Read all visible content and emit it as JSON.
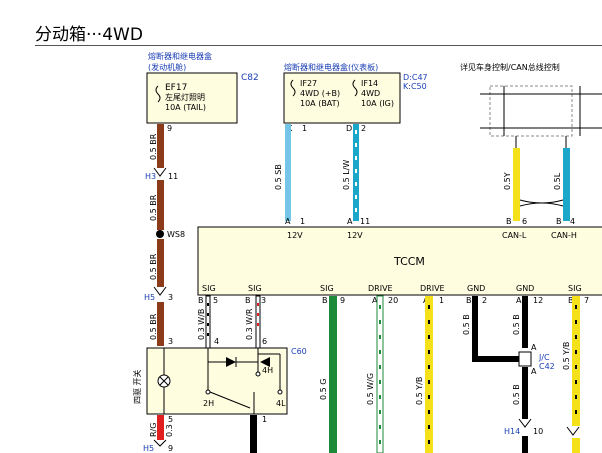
{
  "title": "分动箱···4WD",
  "fuse_box_engine": {
    "label_line1": "熔断器和继电器盒",
    "label_line2": "(发动机舱)",
    "connector": "C82",
    "fuse": "EF17",
    "circuit": "左尾灯照明",
    "rating": "10A (TAIL)",
    "pin": "9"
  },
  "fuse_box_dash": {
    "label": "熔断器和继电器盒(仪表板)",
    "connector_d": "D:C47",
    "connector_k": "K:C50",
    "fuse1": {
      "name": "IF27",
      "circuit": "4WD (+B)",
      "rating": "10A (BAT)",
      "pin_letter": "K",
      "pin": "1"
    },
    "fuse2": {
      "name": "IF14",
      "circuit": "4WD",
      "rating": "10A (IG)",
      "pin_letter": "D",
      "pin": "2"
    }
  },
  "can_note": "详见车身控制/CAN总线控制",
  "wires": {
    "w1": "0.5 BR",
    "w2": "0.5 BR",
    "w3": "0.5 BR",
    "w4": "0.5 BR",
    "sb": "0.5 SB",
    "lw": "0.5 L/W",
    "y": "0.5Y",
    "l": "0.5L",
    "wb": "0.3 W/B",
    "wr": "0.3 W/R",
    "g": "0.5 G",
    "wg": "0.5 W/G",
    "yb": "0.5 Y/B",
    "b1": "0.5 B",
    "b2": "0.5 B",
    "b3": "0.5 B",
    "yb2": "0.5 Y/B",
    "rg": "R/G",
    "rg2": "0.3"
  },
  "connectors": {
    "h3": "H3",
    "h3pin": "11",
    "ws8": "WS8",
    "h5": "H5",
    "h5pin": "3",
    "h5b": "H5",
    "h5bpin": "9",
    "h14": "H14",
    "h14pin": "10",
    "c60": "C60",
    "jc": "J/C",
    "c42": "C42"
  },
  "tccm": {
    "name": "TCCM",
    "pins_top": [
      {
        "letter": "A",
        "num": "1",
        "label": "12V"
      },
      {
        "letter": "A",
        "num": "11",
        "label": "12V"
      },
      {
        "letter": "B",
        "num": "6",
        "label": "CAN-L"
      },
      {
        "letter": "B",
        "num": "4",
        "label": "CAN-H"
      }
    ],
    "pins_bottom": [
      {
        "label": "SIG",
        "letter": "B",
        "num": "5"
      },
      {
        "label": "SIG",
        "letter": "B",
        "num": "3"
      },
      {
        "label": "SIG",
        "letter": "B",
        "num": "9"
      },
      {
        "label": "DRIVE",
        "letter": "A",
        "num": "20"
      },
      {
        "label": "DRIVE",
        "letter": "A",
        "num": "1"
      },
      {
        "label": "GND",
        "letter": "B",
        "num": "2"
      },
      {
        "label": "GND",
        "letter": "A",
        "num": "12"
      },
      {
        "label": "SIG",
        "letter": "B",
        "num": "7"
      }
    ]
  },
  "switch": {
    "label": "四驱 开关",
    "pins": {
      "p3": "3",
      "p4": "4",
      "p6": "6",
      "p5": "5",
      "p1": "1"
    },
    "modes": {
      "h4": "4H",
      "h2": "2H",
      "l4": "4L"
    }
  },
  "colors": {
    "brown": "#8b3a1a",
    "light_blue": "#74c6e6",
    "cyan": "#1aa7c9",
    "yellow": "#f5e11a",
    "green": "#1d8a3a",
    "red": "#e02020",
    "black": "#000000"
  }
}
